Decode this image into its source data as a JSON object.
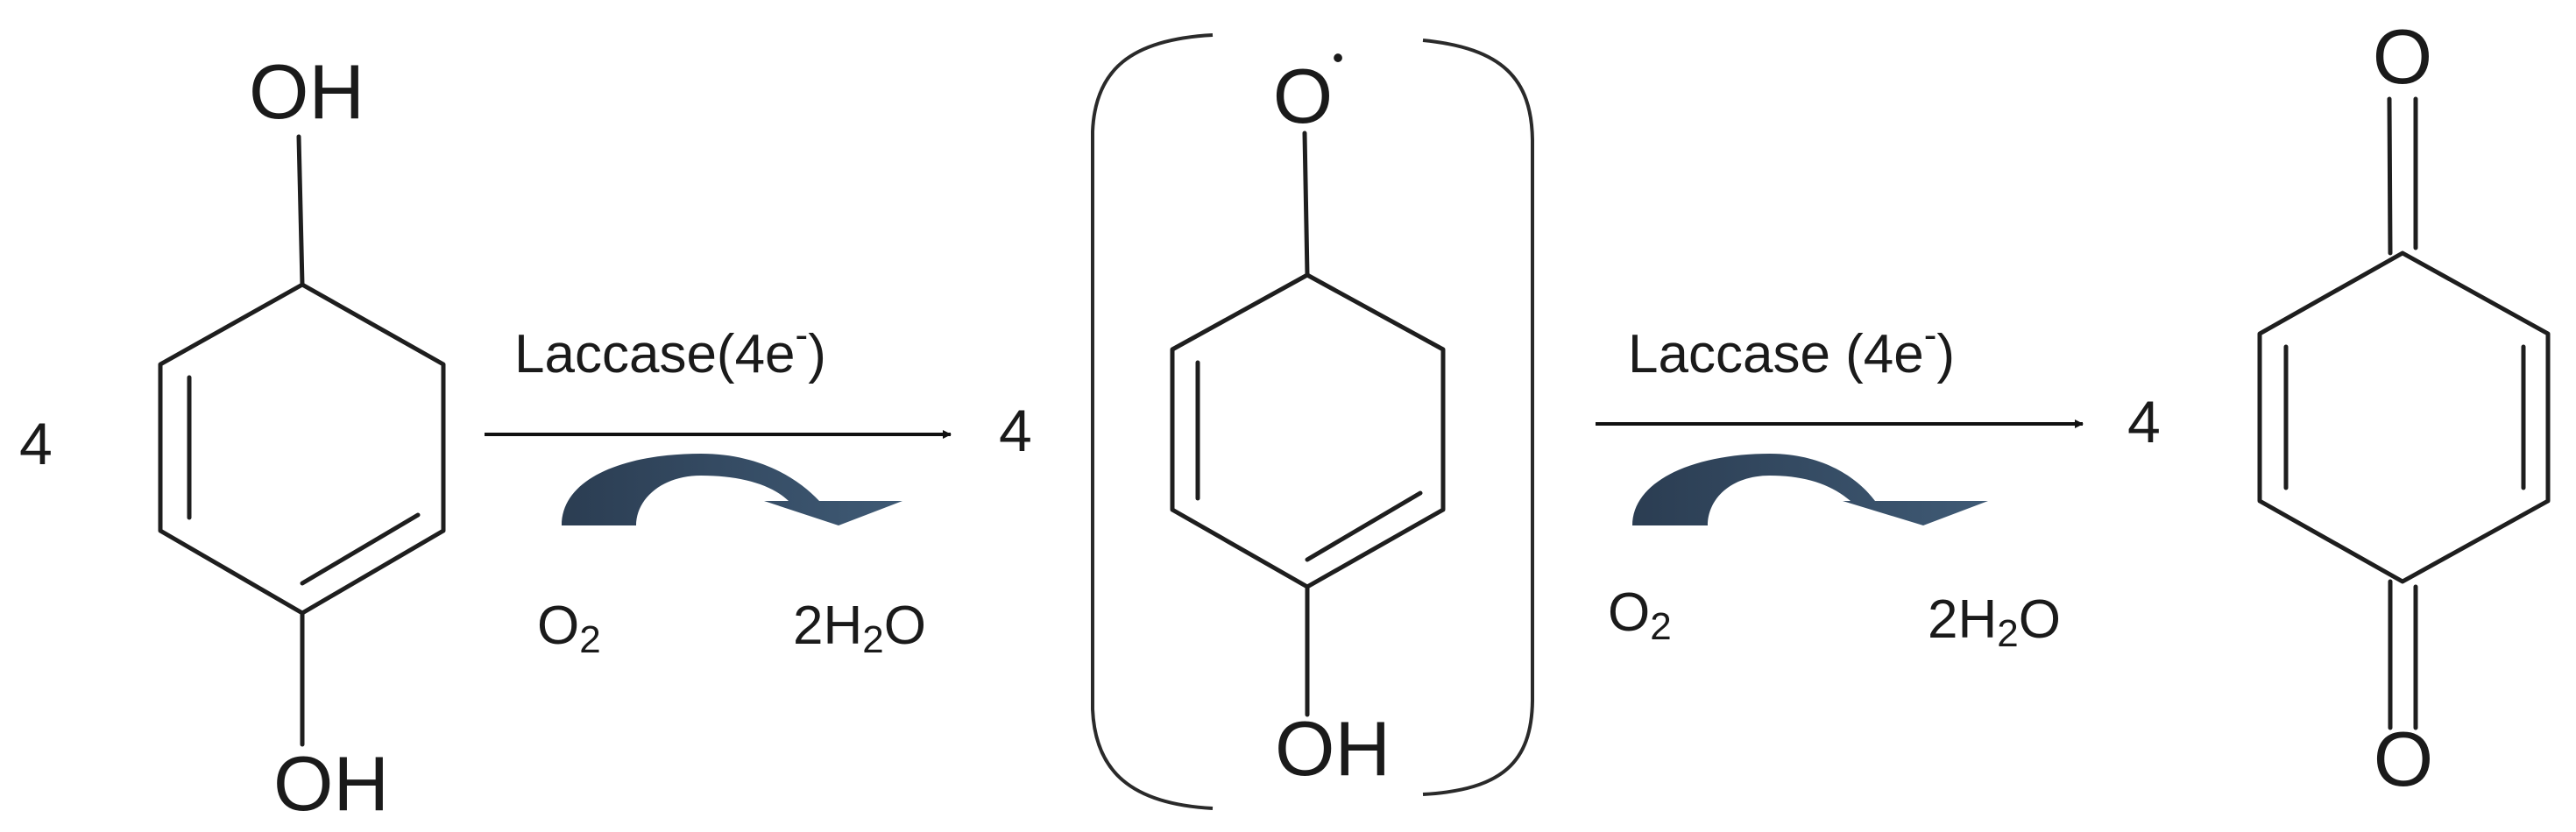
{
  "reaction": {
    "reactant": {
      "coefficient": "4",
      "top_group": "OH",
      "bottom_group": "OH"
    },
    "step1": {
      "enzyme_label": "Laccase(4e",
      "enzyme_superscript": "-",
      "enzyme_close": ")",
      "consumed": {
        "base": "O",
        "sub": "2"
      },
      "released": {
        "pre": "2H",
        "sub": "2",
        "post": "O"
      }
    },
    "intermediate": {
      "coefficient": "4",
      "top_group": "O",
      "radical_dot": "•",
      "bottom_group": "OH"
    },
    "step2": {
      "enzyme_label": "Laccase (4e",
      "enzyme_superscript": "-",
      "enzyme_close": ")",
      "consumed": {
        "base": "O",
        "sub": "2"
      },
      "released": {
        "pre": "2H",
        "sub": "2",
        "post": "O"
      }
    },
    "product": {
      "coefficient": "4",
      "top_group": "O",
      "bottom_group": "O"
    }
  },
  "colors": {
    "bonds": "#1e1e1e",
    "curved_arrow_dark": "#2b3d52",
    "curved_arrow_light": "#3f5a75"
  }
}
